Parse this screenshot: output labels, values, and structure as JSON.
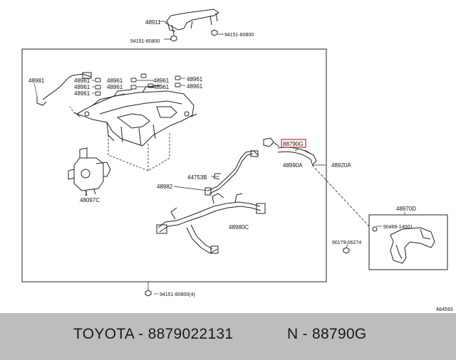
{
  "diagram": {
    "labels": {
      "p48911": "48911",
      "p94151_left": "94151-80800",
      "p94151_right": "94151-80800",
      "p48981": "48981",
      "p48961_a": "48961",
      "p48961_b": "48961",
      "p48961_c": "48961",
      "p48961_d": "48961",
      "p48961_e": "48961",
      "p48961_f": "48961",
      "p48961_g": "48961",
      "p48961_h": "48961",
      "p88790g": "88790G",
      "p48990a": "48990A",
      "p48920a": "48920A",
      "p44753b": "44753B",
      "p48982": "48982",
      "p48097c": "48097C",
      "p48980c": "48980C",
      "p48970d": "48970D",
      "p90466": "90466-14001",
      "p90179": "90179-06274",
      "p94151_bottom": "94151-80800(4)",
      "ref": "484593"
    },
    "highlight_color": "#e02020"
  },
  "footer": {
    "left": "TOYOTA - 8879022131",
    "right": "N - 88790G"
  }
}
